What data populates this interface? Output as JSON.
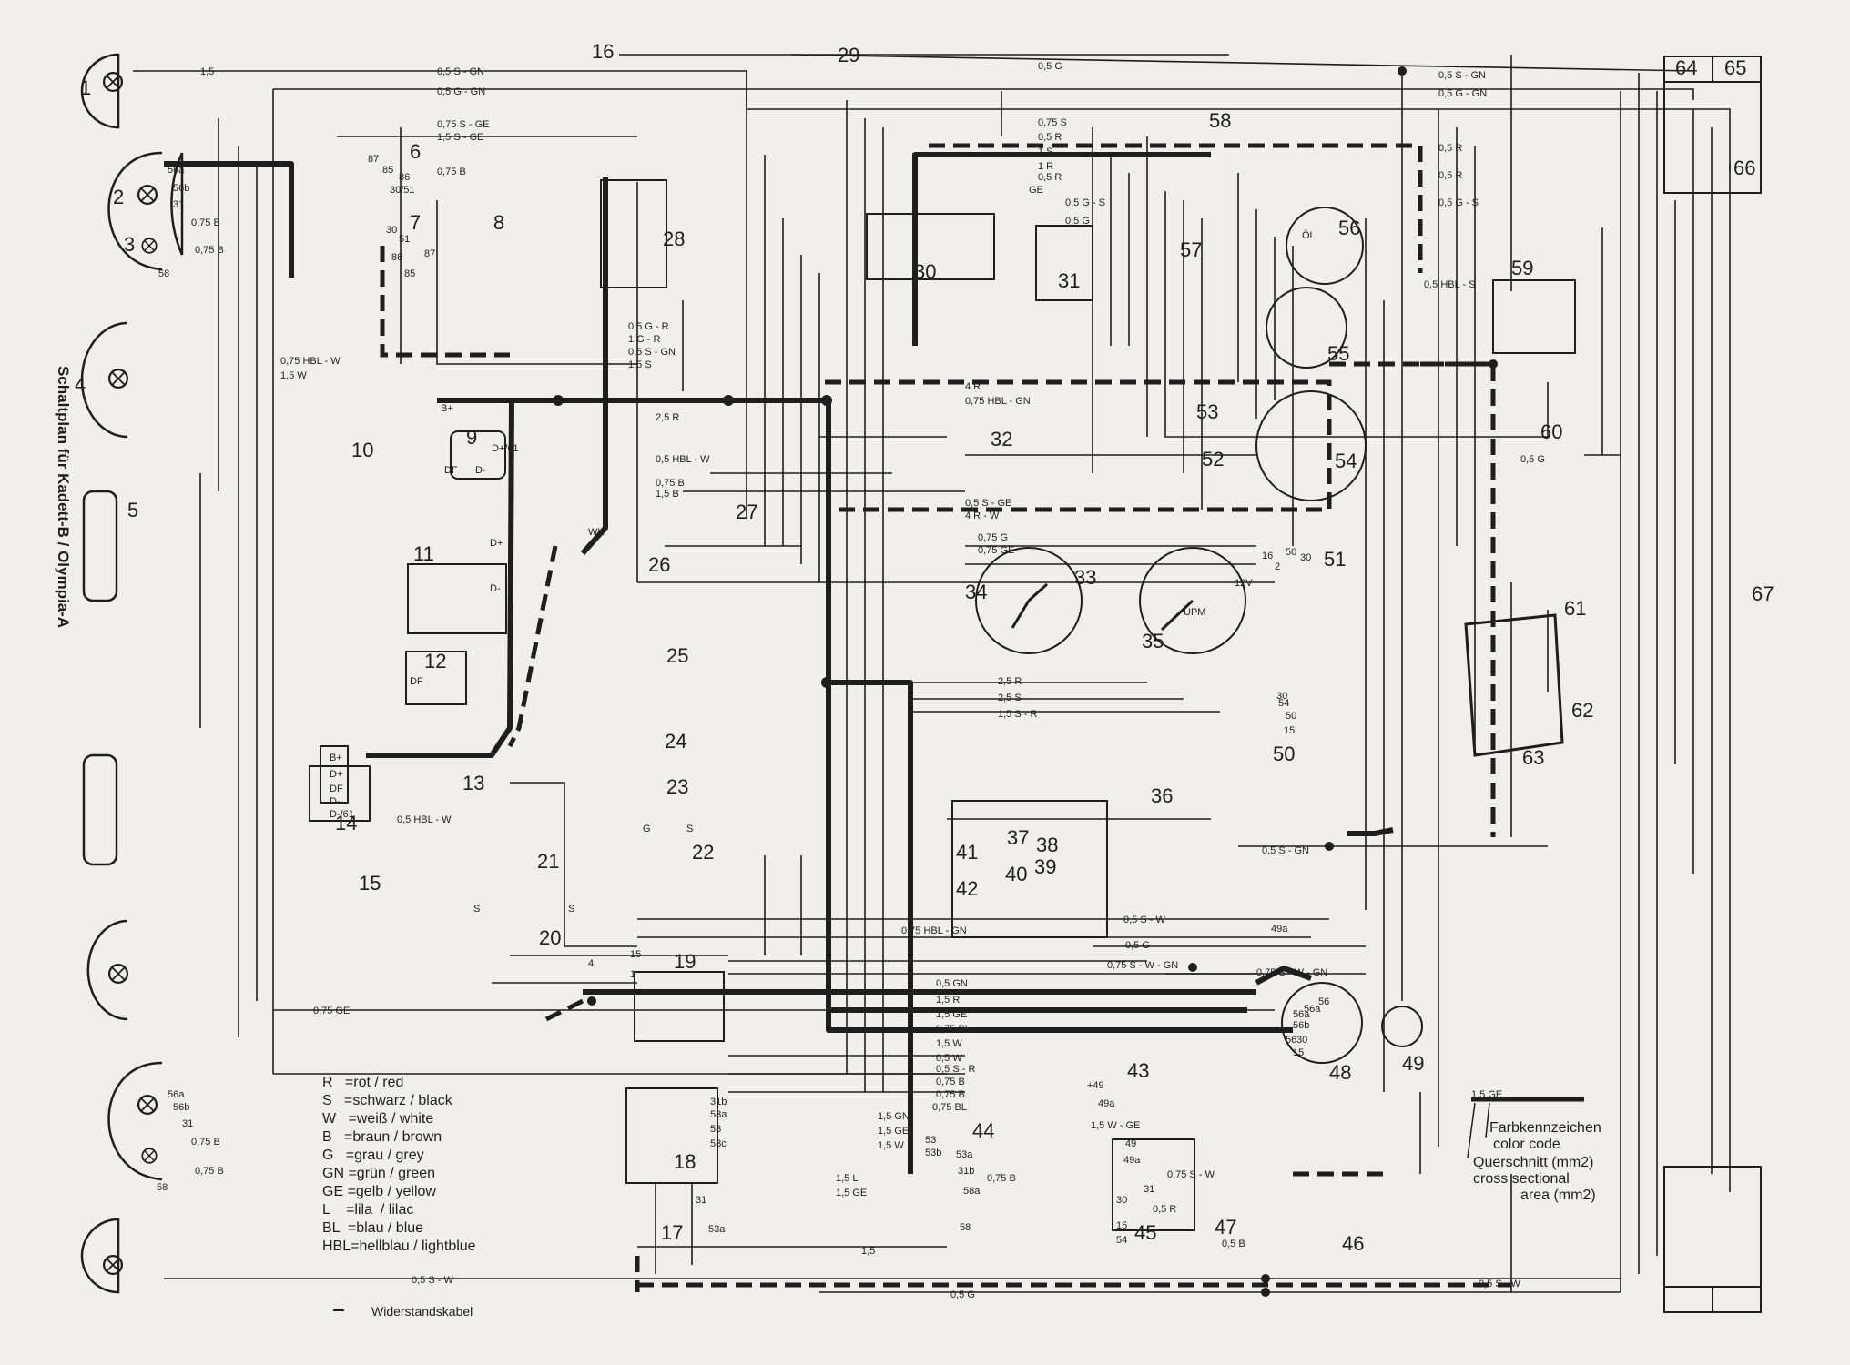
{
  "title": "Schaltplan für Kadett-B / Olympia-A",
  "components": [
    "1",
    "2",
    "3",
    "4",
    "5",
    "6",
    "7",
    "8",
    "9",
    "10",
    "11",
    "12",
    "13",
    "14",
    "15",
    "16",
    "17",
    "18",
    "19",
    "20",
    "21",
    "22",
    "23",
    "24",
    "25",
    "26",
    "27",
    "28",
    "29",
    "30",
    "31",
    "32",
    "33",
    "34",
    "35",
    "36",
    "37",
    "38",
    "39",
    "40",
    "41",
    "42",
    "43",
    "44",
    "45",
    "46",
    "47",
    "48",
    "49",
    "50",
    "51",
    "52",
    "53",
    "54",
    "55",
    "56",
    "57",
    "58",
    "59",
    "60",
    "61",
    "62",
    "63",
    "64",
    "65",
    "66",
    "67"
  ],
  "wire_labels": {
    "w1": "1,5",
    "w2": "0,5 S - GN",
    "w3": "0,5 G - GN",
    "w4": "0,5 G",
    "w5": "0,5 S - GN",
    "w6": "0,5 G - GN",
    "w7": "0,75 S - GE",
    "w8": "1,5 S - GE",
    "w9": "0,75 B",
    "w10": "0,75 S",
    "w11": "0,5 R",
    "w12": "1 S",
    "w13": "1 R",
    "w14": "0,5 R",
    "w15": "GE",
    "w16": "0,5 G - S",
    "w17": "0,5 G",
    "w18": "0,5 R",
    "w19": "0,5 R",
    "w20": "0,5 G - S",
    "w21": "0,5 G - R",
    "w22": "1 G - R",
    "w23": "0,5 S - GN",
    "w24": "1,5 S",
    "w25": "4 R",
    "w26": "0,75 HBL - GN",
    "w27": "2,5 R",
    "w28": "0,5 HBL - W",
    "w29": "0,75 B",
    "w30": "1,5 B",
    "w31": "0,5 S - GE",
    "w32": "4 R - W",
    "w33": "0,75 G",
    "w34": "0,75 GE",
    "w35": "2,5 R",
    "w36": "2,5 S",
    "w37": "1,5 S - R",
    "w38": "0,5 HBL - W",
    "w39": "0,5 S - GN",
    "w40": "0,5 S - W",
    "w41": "0,75 HBL - GN",
    "w42": "0,5 G",
    "w43": "0,75 S - W - GN",
    "w44": "0,75 S - W - GN",
    "w45": "0,5 GN",
    "w46": "1,5 R",
    "w47": "1,5 GE",
    "w48": "0,75 BL",
    "w49": "1,5 W",
    "w50": "0,5 W",
    "w51": "0,5 S - R",
    "w52": "0,75 B",
    "w53": "0,75 B",
    "w54": "0,75 BL",
    "w55": "1,5 GN",
    "w56": "1,5 GE",
    "w57": "1,5 W",
    "w58": "1,5 W - GE",
    "w59": "0,75 S - W",
    "w60": "0,5 R",
    "w61": "0,5 B",
    "w62": "1,5 L",
    "w63": "1,5 GE",
    "w64": "1,5",
    "w65": "0,5 S - W",
    "w66": "0,5 S - W",
    "w67": "0,5 G",
    "w68": "0,75 GE",
    "w69": "0,5 HBL - S",
    "w70": "0,5 G",
    "w71": "0,75 HBL - W",
    "w72": "1,5 W"
  },
  "terminal_labels": [
    "56a",
    "56b",
    "31",
    "0,75 B",
    "0,75 B",
    "58",
    "87",
    "85",
    "86",
    "30/51",
    "30",
    "51",
    "87",
    "86",
    "85",
    "B+",
    "D+/61",
    "DF",
    "D-",
    "D+",
    "D-",
    "DF",
    "B+",
    "D+",
    "DF",
    "D-",
    "D-/61",
    "31b",
    "53a",
    "53",
    "53c",
    "31",
    "53a",
    "53b",
    "53",
    "53a",
    "31b",
    "58a",
    "58",
    "49",
    "49a",
    "+49",
    "49a",
    "56a",
    "56b",
    "31",
    "0,75 B",
    "0,75 B",
    "58",
    "56a",
    "56b",
    "56",
    "15",
    "30",
    "54",
    "50",
    "15",
    "2",
    "16",
    "50",
    "30",
    "WK",
    "G",
    "S",
    "S",
    "S",
    "4",
    "15",
    "1",
    "49a",
    "56",
    "56a",
    "30",
    "31",
    "30",
    "15",
    "54",
    "0,75 B",
    "UPM",
    "ÖL",
    "12V"
  ],
  "legend": {
    "items": [
      "R   =rot / red",
      "S   =schwarz / black",
      "W   =weiß / white",
      "B   =braun / brown",
      "G   =grau / grey",
      "GN =grün / green",
      "GE =gelb / yellow",
      "L    =lila  / lilac",
      "BL  =blau / blue",
      "HBL=hellblau / lightblue"
    ],
    "resistance_cable": "Widerstandskabel",
    "sample_label": "1,5 GE",
    "color_code_de": "Farbkennzeichen",
    "color_code_en": "color code",
    "cross_section_de": "Querschnitt (mm2)",
    "cross_section_en": "cross sectional",
    "area_en": "area (mm2)"
  },
  "colors": {
    "ink": "#1e1e1e",
    "paper": "#f1efeb"
  }
}
